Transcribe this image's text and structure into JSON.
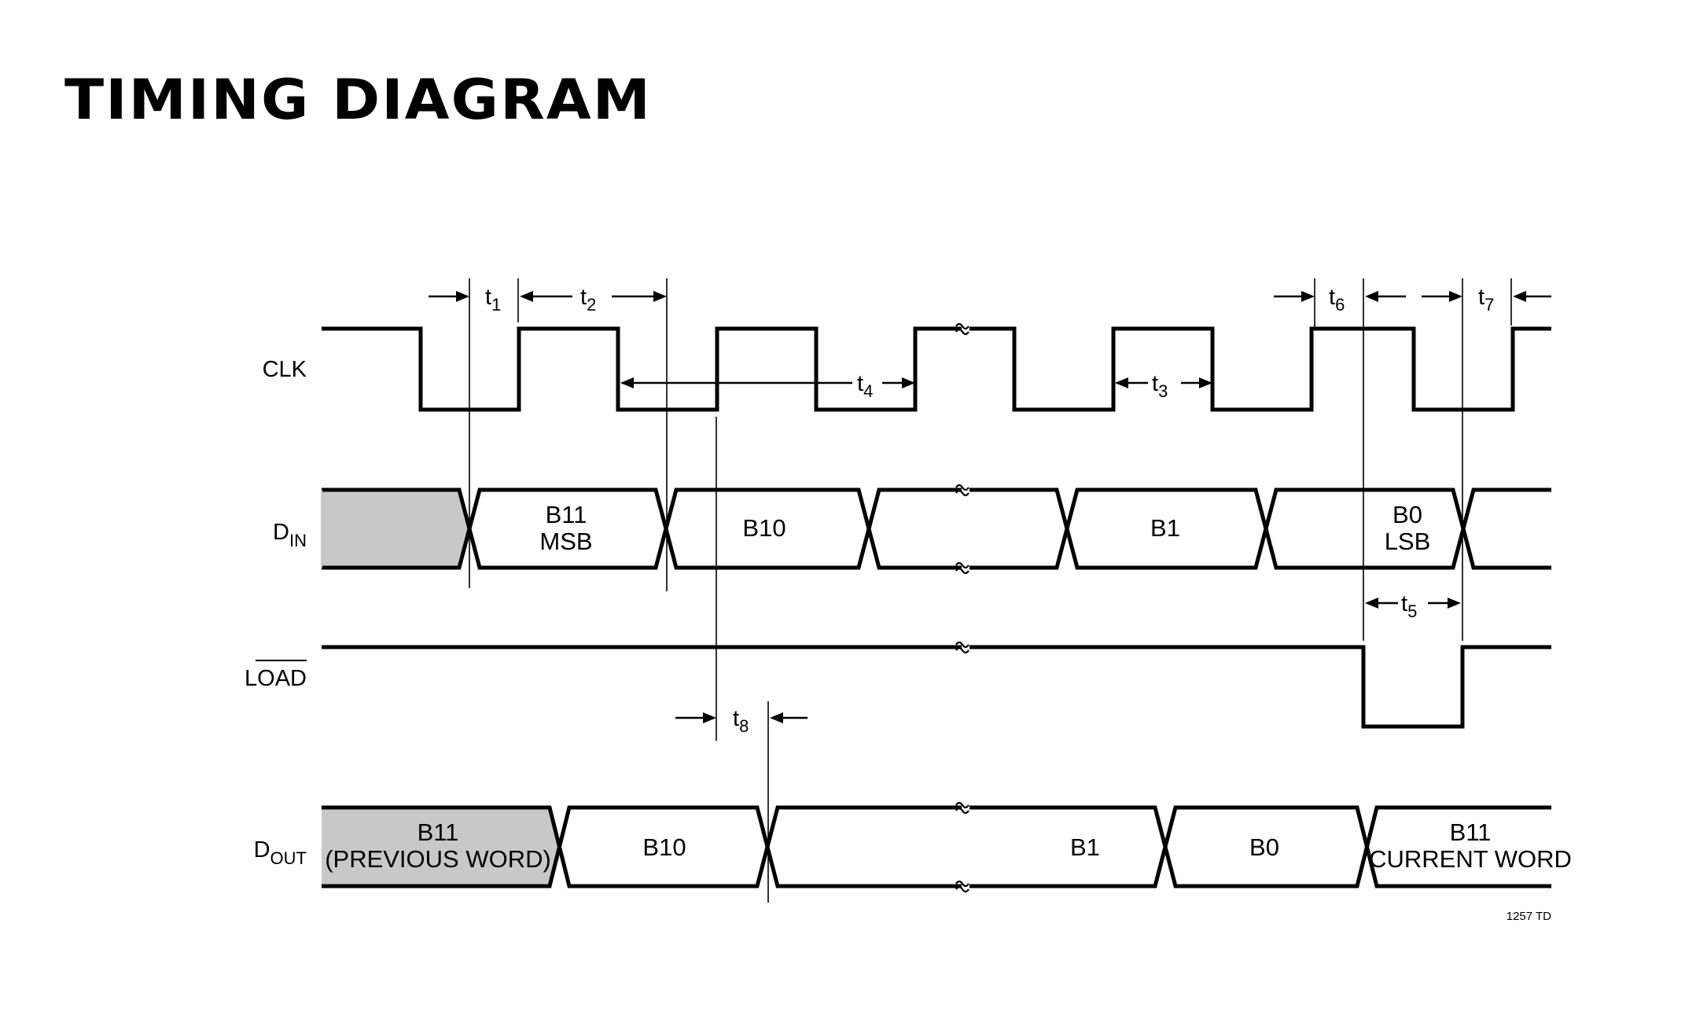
{
  "title": "TIMING DIAGRAM",
  "signals": {
    "clk": "CLK",
    "din": {
      "main": "D",
      "sub": "IN"
    },
    "load": "LOAD",
    "dout": {
      "main": "D",
      "sub": "OUT"
    }
  },
  "timing_params": [
    {
      "id": "t1",
      "main": "t",
      "sub": "1"
    },
    {
      "id": "t2",
      "main": "t",
      "sub": "2"
    },
    {
      "id": "t3",
      "main": "t",
      "sub": "3"
    },
    {
      "id": "t4",
      "main": "t",
      "sub": "4"
    },
    {
      "id": "t5",
      "main": "t",
      "sub": "5"
    },
    {
      "id": "t6",
      "main": "t",
      "sub": "6"
    },
    {
      "id": "t7",
      "main": "t",
      "sub": "7"
    },
    {
      "id": "t8",
      "main": "t",
      "sub": "8"
    }
  ],
  "din_data": {
    "b11": [
      "B11",
      "MSB"
    ],
    "b10": [
      "B10"
    ],
    "b1": [
      "B1"
    ],
    "b0": [
      "B0",
      "LSB"
    ]
  },
  "dout_data": {
    "prev": [
      "B11",
      "(PREVIOUS WORD)"
    ],
    "b10": [
      "B10"
    ],
    "b1": [
      "B1"
    ],
    "b0": [
      "B0"
    ],
    "current": [
      "B11",
      "CURRENT WORD"
    ]
  },
  "figure_code": "1257 TD",
  "colors": {
    "prior_data_fill": "#c8c8c8",
    "line": "#000000"
  }
}
